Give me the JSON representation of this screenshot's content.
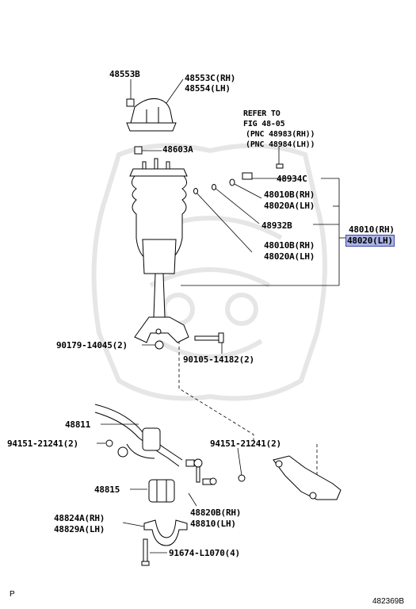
{
  "parts": {
    "p48553B": "48553B",
    "p48553C": "48553C(RH)",
    "p48554": "48554(LH)",
    "refer_line1": "REFER TO",
    "refer_line2": "FIG 48-05",
    "refer_line3": "(PNC 48983(RH))",
    "refer_line4": "(PNC 48984(LH))",
    "p48603A": "48603A",
    "p48934C": "48934C",
    "p48010B_top": "48010B(RH)",
    "p48020A_top": "48020A(LH)",
    "p48932B": "48932B",
    "p48010": "48010(RH)",
    "p48020": "48020(LH)",
    "p48010B_bot": "48010B(RH)",
    "p48020A_bot": "48020A(LH)",
    "p90179": "90179-14045(2)",
    "p90105": "90105-14182(2)",
    "p48811": "48811",
    "p94151_left": "94151-21241(2)",
    "p94151_right": "94151-21241(2)",
    "p48815": "48815",
    "p48820B": "48820B(RH)",
    "p48810": "48810(LH)",
    "p48824A": "48824A(RH)",
    "p48829A": "48829A(LH)",
    "p91674": "91674-L1070(4)"
  },
  "footer": {
    "page_marker": "P",
    "figure_id": "482369B"
  },
  "colors": {
    "highlight": "#aab4e6",
    "line": "#000000",
    "watermark": "#e6e6e6"
  }
}
